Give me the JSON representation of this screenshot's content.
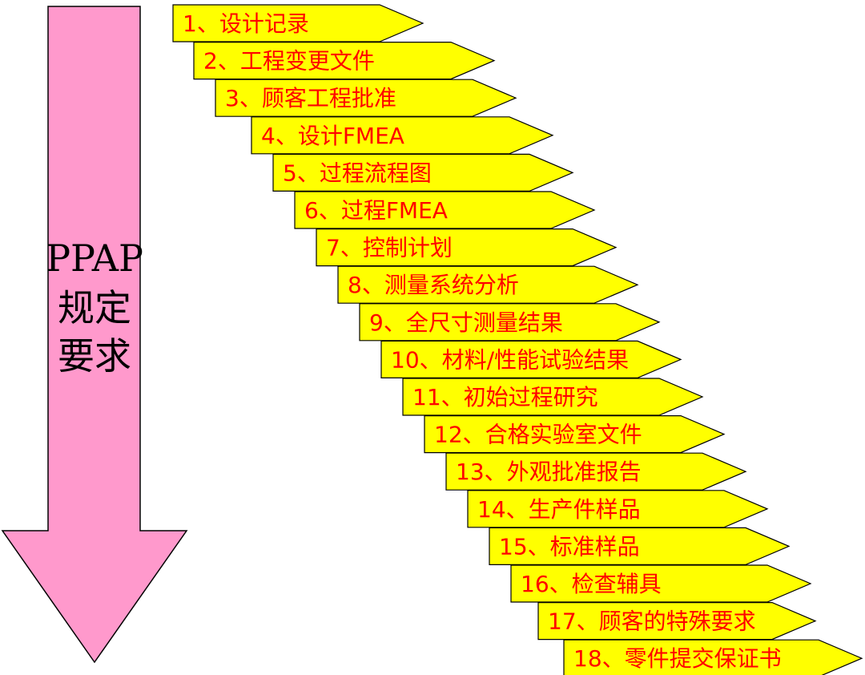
{
  "arrow": {
    "lines": [
      "PPAP",
      "规定",
      "要求"
    ],
    "fill": "#ff99cc",
    "stroke": "#000000"
  },
  "steps": [
    {
      "num": "1",
      "sep": "、",
      "text": "设计记录"
    },
    {
      "num": "2",
      "sep": "、",
      "text": "工程变更文件"
    },
    {
      "num": "3",
      "sep": "、",
      "text": "顾客工程批准"
    },
    {
      "num": "4",
      "sep": "、",
      "text": "设计FMEA"
    },
    {
      "num": "5",
      "sep": "、",
      "text": "过程流程图"
    },
    {
      "num": "6",
      "sep": "、",
      "text": "过程FMEA"
    },
    {
      "num": "7",
      "sep": "、",
      "text": "控制计划"
    },
    {
      "num": "8",
      "sep": "、",
      "text": "测量系统分析"
    },
    {
      "num": "9",
      "sep": "、",
      "text": "全尺寸测量结果"
    },
    {
      "num": "10",
      "sep": "、",
      "text": "材料/性能试验结果"
    },
    {
      "num": "11",
      "sep": "、",
      "text": "初始过程研究"
    },
    {
      "num": "12",
      "sep": "、",
      "text": "合格实验室文件"
    },
    {
      "num": "13",
      "sep": "、",
      "text": "外观批准报告"
    },
    {
      "num": "14",
      "sep": "、",
      "text": "生产件样品"
    },
    {
      "num": "15",
      "sep": "、",
      "text": "标准样品"
    },
    {
      "num": "16",
      "sep": "、",
      "text": "检查辅具"
    },
    {
      "num": "17",
      "sep": "、",
      "text": "顾客的特殊要求"
    },
    {
      "num": "18",
      "sep": "、",
      "text": "零件提交保证书"
    }
  ],
  "colors": {
    "step_fill": "#ffff00",
    "step_text": "#ff0000",
    "outline": "#000000"
  }
}
